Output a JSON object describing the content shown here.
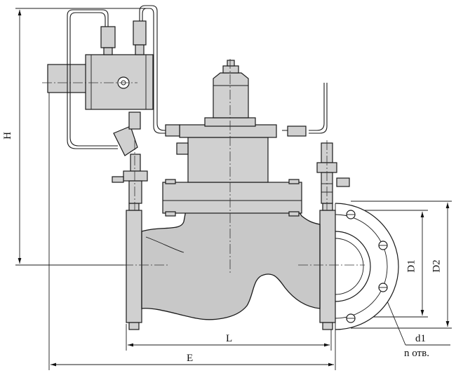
{
  "labels": {
    "H": "H",
    "L": "L",
    "E": "E",
    "D1": "D1",
    "D2": "D2",
    "d1": "d1",
    "holes": "n отв."
  }
}
